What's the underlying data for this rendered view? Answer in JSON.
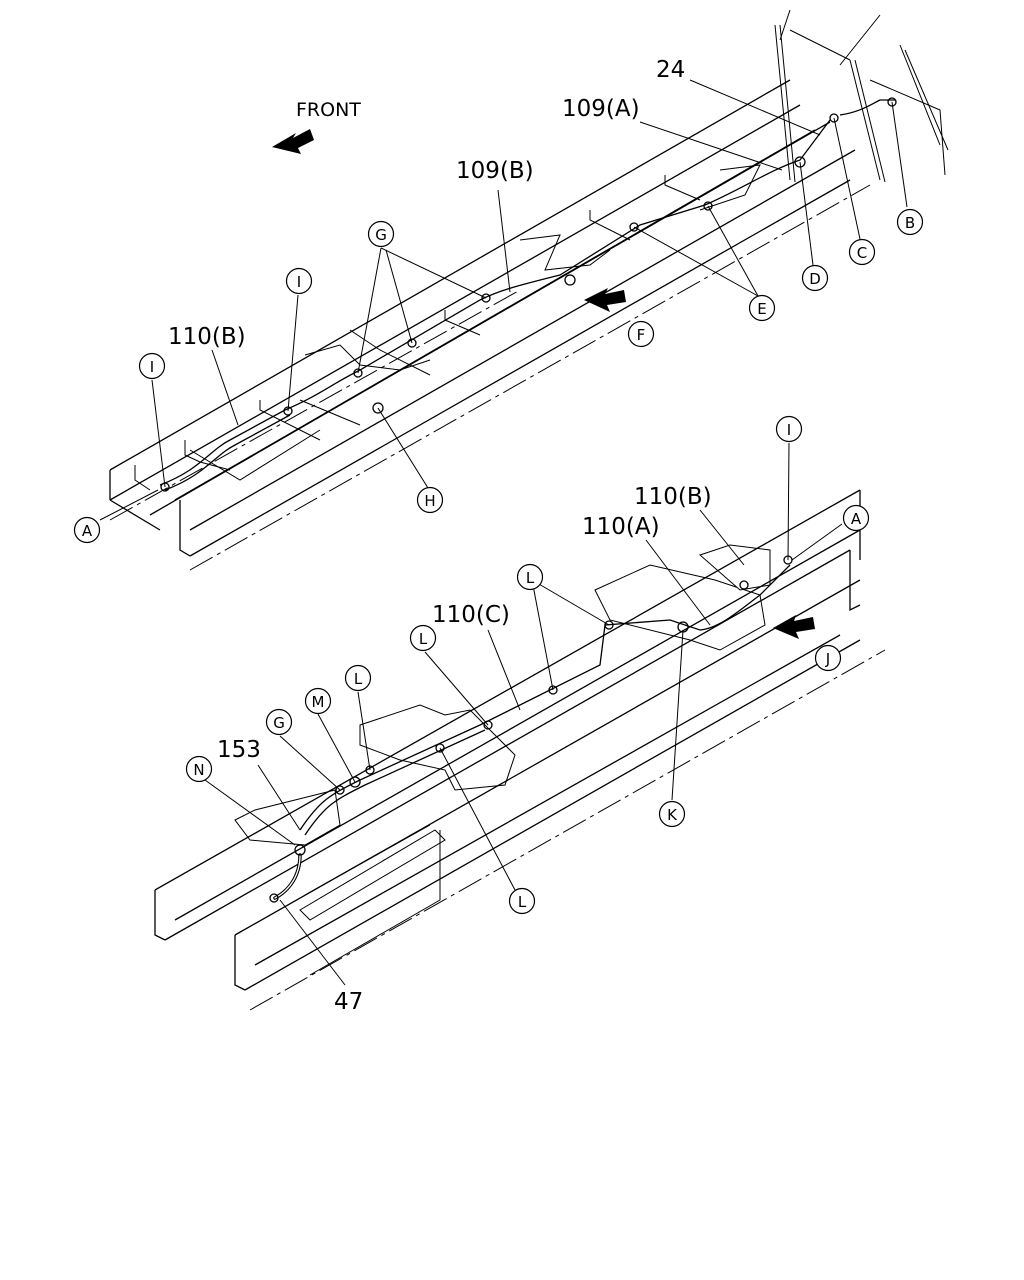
{
  "direction": {
    "label": "FRONT"
  },
  "part_labels": {
    "p24": "24",
    "p109a": "109(A)",
    "p109b": "109(B)",
    "p110b_top": "110(B)",
    "p110b_bot": "110(B)",
    "p110a": "110(A)",
    "p110c": "110(C)",
    "p153": "153",
    "p47": "47"
  },
  "callouts": {
    "a1": "A",
    "a2": "A",
    "b": "B",
    "c": "C",
    "d": "D",
    "e": "E",
    "f": "F",
    "g1": "G",
    "g2": "G",
    "h": "H",
    "i1": "I",
    "i2": "I",
    "i3": "I",
    "j": "J",
    "k": "K",
    "l1": "L",
    "l2": "L",
    "l3": "L",
    "l4": "L",
    "m": "M",
    "n": "N"
  }
}
